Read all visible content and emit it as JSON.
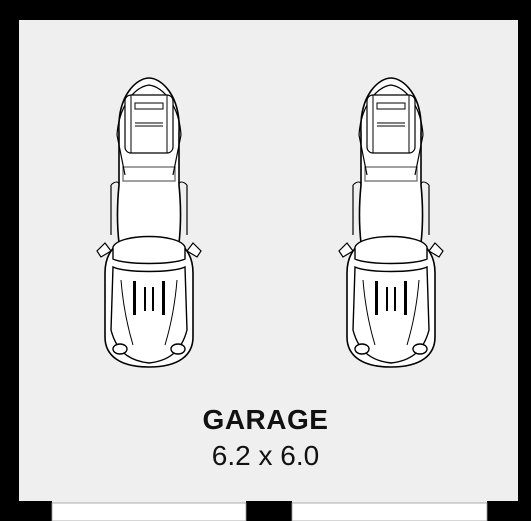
{
  "room": {
    "name": "GARAGE",
    "dimensions": "6.2 x 6.0"
  },
  "colors": {
    "floor": "#efefef",
    "wall": "#000000",
    "line": "#000000",
    "car_fill": "#ffffff"
  },
  "cars": [
    {
      "label": "car-left"
    },
    {
      "label": "car-right"
    }
  ]
}
